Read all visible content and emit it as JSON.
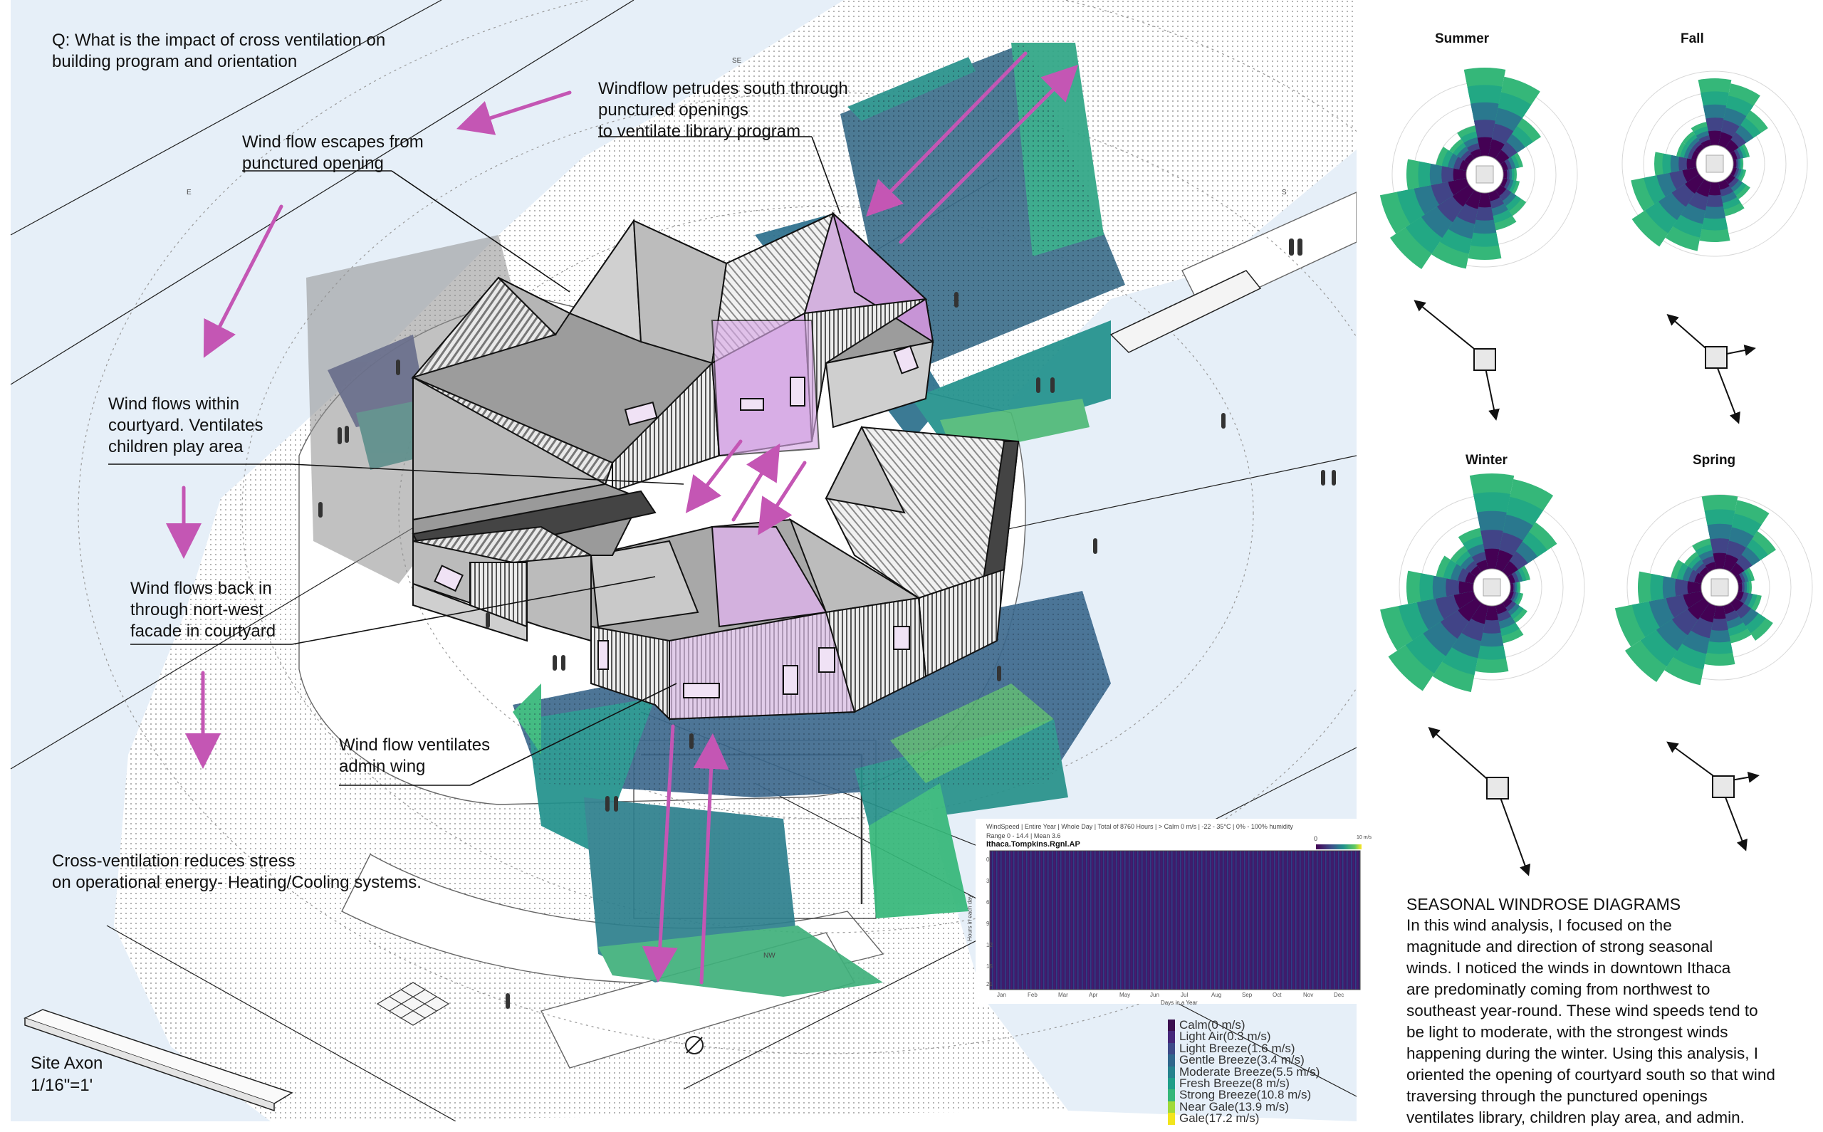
{
  "question": [
    "Q: What is the impact of cross ventilation on",
    "building program and orientation"
  ],
  "annotations": {
    "escape": [
      "Wind flow escapes from",
      "punctured opening"
    ],
    "windflow_south": [
      "Windflow petrudes south through",
      "punctured openings",
      "to ventilate library program"
    ],
    "courtyard": [
      "Wind flows within",
      "courtyard. Ventilates",
      "children play area"
    ],
    "flow_back": [
      "Wind flows back in",
      "through nort-west",
      "facade in courtyard"
    ],
    "admin": [
      "Wind flow ventilates",
      "admin wing"
    ],
    "reduces": [
      "Cross-ventilation reduces stress",
      "on operational energy- Heating/Cooling systems."
    ]
  },
  "site_axon": {
    "title": "Site Axon",
    "scale": "1/16\"=1'"
  },
  "map_labels": {
    "se": "SE",
    "e": "E",
    "s": "S",
    "nw": "NW"
  },
  "seasons": {
    "summer": "Summer",
    "fall": "Fall",
    "winter": "Winter",
    "spring": "Spring"
  },
  "heatmap": {
    "header": "WindSpeed | Entire Year | Whole Day | Total of 8760 Hours | > Calm 0 m/s | -22 - 35°C | 0% - 100% humidity",
    "range": "Range 0 - 14.4 | Mean 3.6",
    "station": "Ithaca.Tompkins.Rgnl.AP",
    "scale_min": "0",
    "scale_max": "10 m/s",
    "months": [
      "Jan",
      "Feb",
      "Mar",
      "Apr",
      "May",
      "Jun",
      "Jul",
      "Aug",
      "Sep",
      "Oct",
      "Nov",
      "Dec"
    ],
    "xlabel": "Days in a Year",
    "ylabel": "Hours in each day"
  },
  "legend": [
    {
      "label": "Calm(0 m/s)",
      "color": "#3b0f4f"
    },
    {
      "label": "Light Air(0.3 m/s)",
      "color": "#46277a"
    },
    {
      "label": "Light Breeze(1.6 m/s)",
      "color": "#3e4a89"
    },
    {
      "label": "Gentle Breeze(3.4 m/s)",
      "color": "#30678d"
    },
    {
      "label": "Moderate Breeze(5.5 m/s)",
      "color": "#26828e"
    },
    {
      "label": "Fresh Breeze(8 m/s)",
      "color": "#1f9e89"
    },
    {
      "label": "Strong Breeze(10.8 m/s)",
      "color": "#35b779"
    },
    {
      "label": "Near Gale(13.9 m/s)",
      "color": "#a0da39"
    },
    {
      "label": "Gale(17.2 m/s)",
      "color": "#f2e51d"
    }
  ],
  "description": {
    "title": "SEASONAL WINDROSE DIAGRAMS",
    "lines": [
      "In this wind analysis, I focused on the",
      "magnitude and direction of strong seasonal",
      " winds. I noticed the winds in downtown Ithaca",
      "are predominatly coming from northwest to",
      "southeast year-round. These wind speeds tend to",
      "be light to moderate, with the strongest winds",
      "happening during the winter. Using this analysis, I",
      "oriented the opening of courtyard south so that wind",
      "traversing through the punctured openings",
      "ventilates library, children play area, and admin."
    ]
  },
  "colors": {
    "arrow": "#c456b4",
    "highlight": "#d7a8e6",
    "water": "#e6eff8"
  }
}
